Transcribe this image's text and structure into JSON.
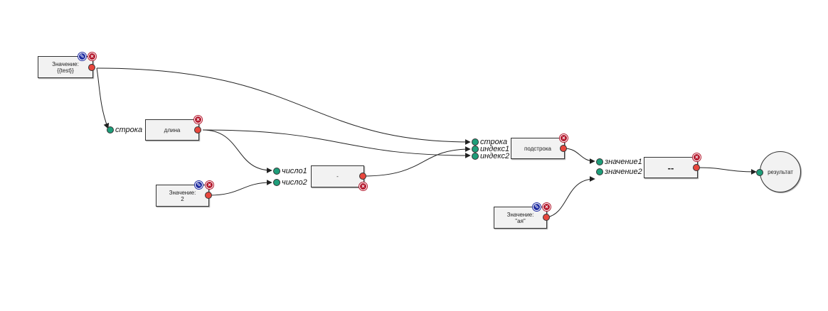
{
  "colors": {
    "input_port": "#1e9e7a",
    "output_port": "#e8473d",
    "delete_button": "#b3162b",
    "edit_button": "#1d2aa0",
    "edge": "#222222"
  },
  "icons": {
    "delete": "close-icon",
    "edit": "pencil-icon"
  },
  "nodes": {
    "value_test": {
      "label": "Значение:",
      "value": "{{test}}"
    },
    "length": {
      "label": "длина",
      "inputs": [
        "строка"
      ]
    },
    "value_2": {
      "label": "Значение:",
      "value": "2"
    },
    "minus": {
      "label": "-",
      "inputs": [
        "число1",
        "число2"
      ]
    },
    "substring": {
      "label": "подстрока",
      "inputs": [
        "строка",
        "индекс1",
        "индекс2"
      ]
    },
    "value_ya": {
      "label": "Значение:",
      "value": "\"ая\""
    },
    "equals": {
      "label": "--",
      "inputs": [
        "значение1",
        "значение2"
      ]
    },
    "result": {
      "label": "результат"
    }
  }
}
